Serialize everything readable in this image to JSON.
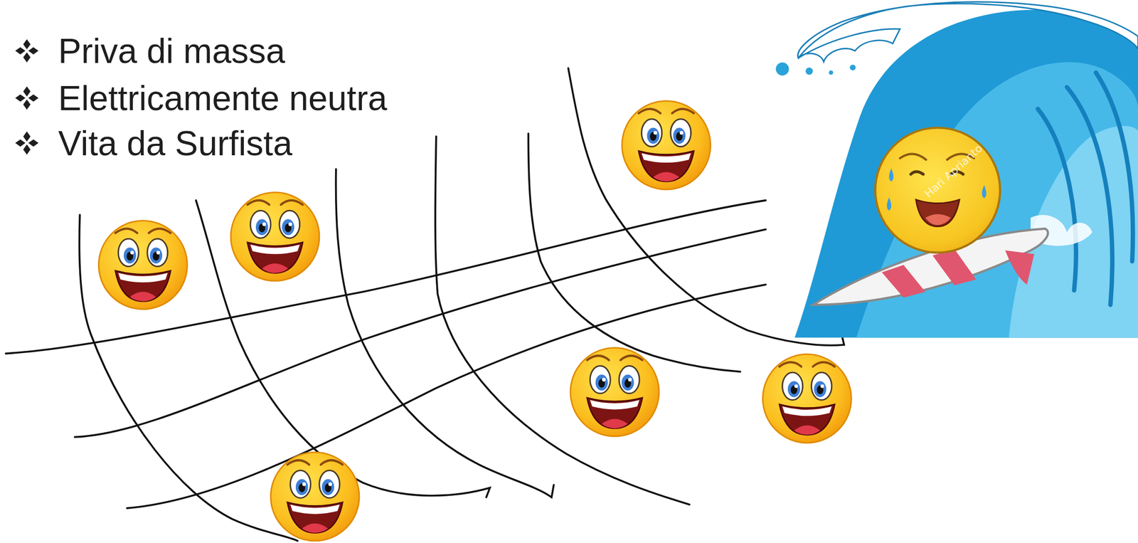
{
  "diagram": {
    "labels": [
      "Priva di massa",
      "Elettricamente neutra",
      "Vita da Surfista",
      "Hari Aprianto"
    ]
  }
}
